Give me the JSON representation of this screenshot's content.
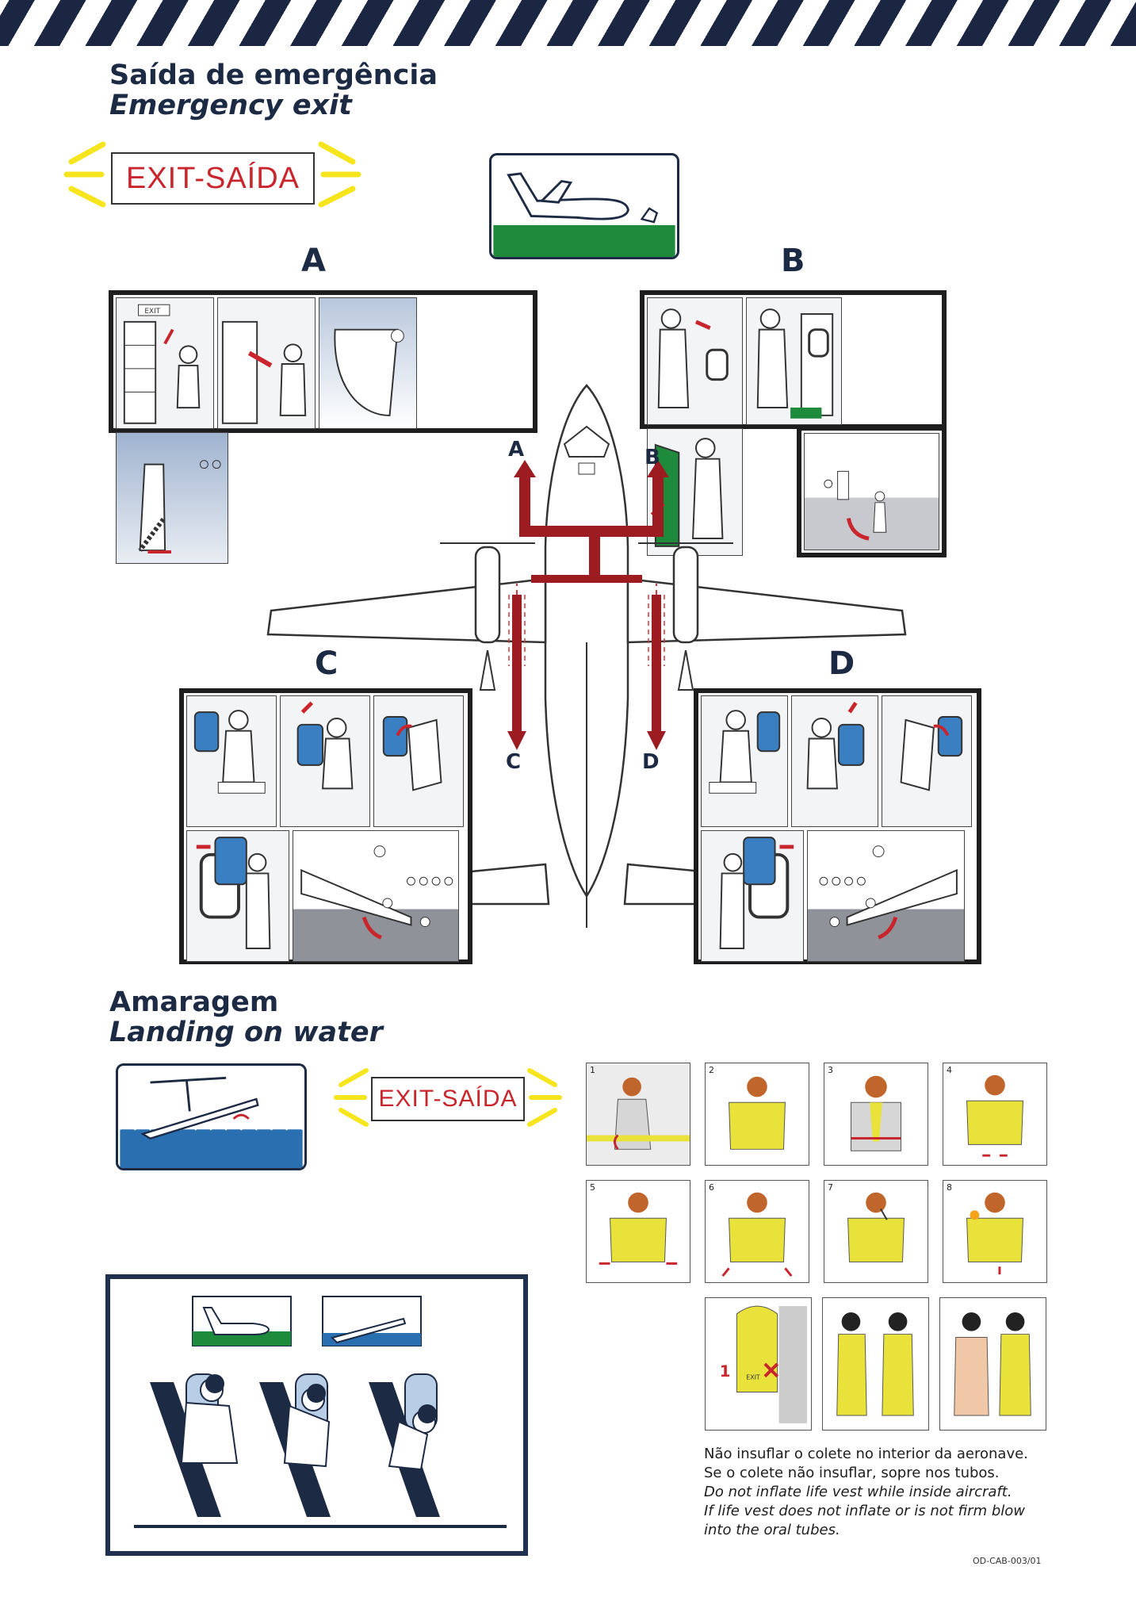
{
  "emergency_exit": {
    "title_pt": "Saída de emergência",
    "title_en": "Emergency exit",
    "exit_sign": "EXIT-SAÍDA",
    "door_labels": {
      "a": "A",
      "b": "B",
      "c": "C",
      "d": "D"
    },
    "door_sign_text": "EXIT"
  },
  "landing_on_water": {
    "title_pt": "Amaragem",
    "title_en": "Landing on water",
    "exit_sign": "EXIT-SAÍDA"
  },
  "life_vest_steps": [
    "1",
    "2",
    "3",
    "4",
    "5",
    "6",
    "7",
    "8"
  ],
  "life_vest_warning": {
    "mark": "1",
    "label": "EXIT"
  },
  "life_vest_note": {
    "pt_line1": "Não insuflar o colete no interior da aeronave.",
    "pt_line2": "Se o colete não insuflar, sopre nos tubos.",
    "en_line1": "Do not inflate life vest while inside aircraft.",
    "en_line2": "If life vest does not inflate or is not firm blow",
    "en_line3": "into the oral tubes."
  },
  "document_code": "OD-CAB-003/01",
  "colors": {
    "navy": "#1d2a44",
    "exit_red": "#c9252c",
    "ray_yellow": "#f6e51c",
    "grass_green": "#1e8a3c",
    "water_blue": "#2a6fb0",
    "vest_yellow": "#e8e23a"
  }
}
